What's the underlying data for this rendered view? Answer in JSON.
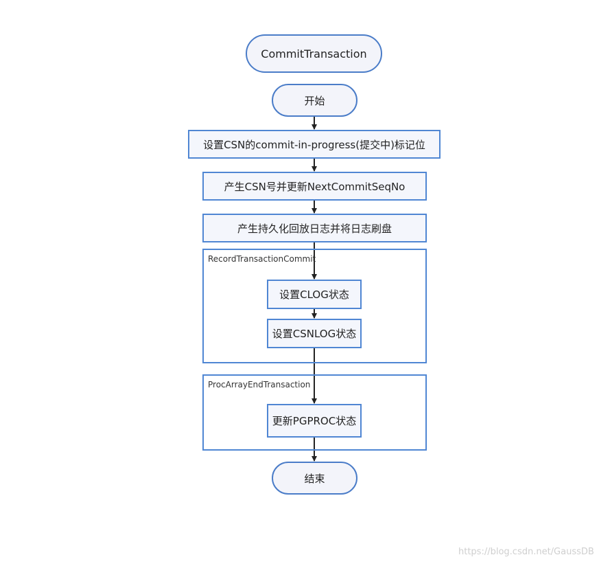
{
  "diagram": {
    "nodes": {
      "title": "CommitTransaction",
      "start": "开始",
      "set_commit_in_progress": "设置CSN的commit-in-progress(提交中)标记位",
      "generate_csn": "产生CSN号并更新NextCommitSeqNo",
      "flush_log": "产生持久化回放日志并将日志刷盘",
      "set_clog": "设置CLOG状态",
      "set_csnlog": "设置CSNLOG状态",
      "update_pgproc": "更新PGPROC状态",
      "end": "结束"
    },
    "groups": {
      "record_commit": "RecordTransactionCommit",
      "proc_array_end": "ProcArrayEndTransaction"
    },
    "colors": {
      "border": "#4f86d3",
      "fill": "#f4f6fc",
      "arrow": "#222222"
    }
  },
  "watermark": "https://blog.csdn.net/GaussDB"
}
